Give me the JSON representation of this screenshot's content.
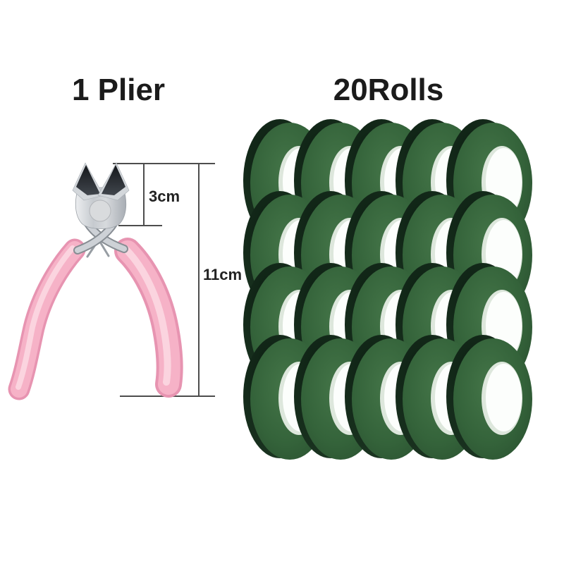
{
  "page": {
    "background_color": "#ffffff"
  },
  "left_panel": {
    "title": "1 Plier",
    "dimensions": {
      "head_height_label": "3cm",
      "total_height_label": "11cm"
    },
    "plier": {
      "handle_color": "#f6b2c7",
      "handle_highlight": "#fbd6e0",
      "handle_shadow": "#e794b1",
      "metal_color": "#c9cdd2",
      "blade_color": "#1f2227",
      "pivot_color": "#d9dbdd",
      "line_color": "#4d4d4d",
      "label_color": "#222222"
    }
  },
  "right_panel": {
    "title": "20Rolls",
    "rolls": {
      "count": 20,
      "rows": 4,
      "cols": 5,
      "rim_color": "#18301e",
      "face_color_light": "#447548",
      "face_color": "#34633a",
      "face_color_dark": "#274b2d",
      "hole_color": "#fcfefc",
      "core_color": "#dde7dc"
    }
  }
}
